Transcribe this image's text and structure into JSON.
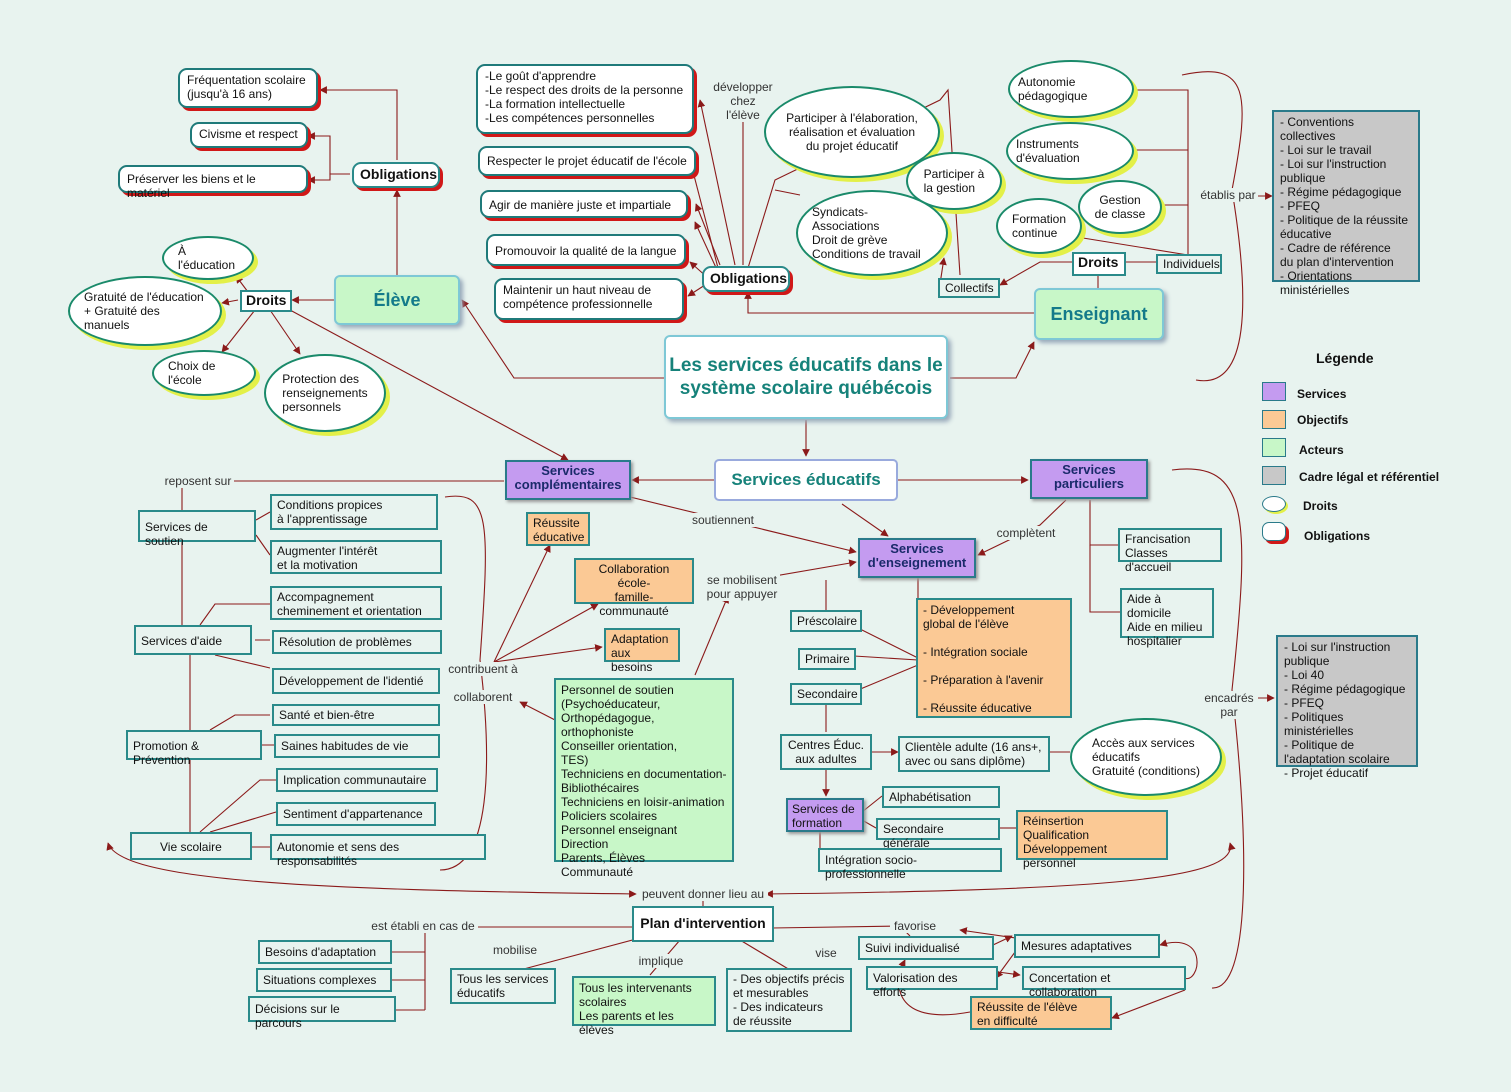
{
  "title": "Les services éducatifs dans le système scolaire québécois",
  "nodes": {
    "eleve": "Élève",
    "enseignant": "Enseignant",
    "services_educatifs": "Services éducatifs",
    "services_complementaires": "Services complémentaires",
    "services_particuliers": "Services particuliers",
    "services_enseignement": "Services d'enseignement",
    "services_formation": "Services de formation",
    "plan_intervention": "Plan d'intervention",
    "eleve_obligations": "Obligations",
    "eleve_droits": "Droits",
    "ens_obligations": "Obligations",
    "ens_droits": "Droits",
    "frequentation": "Fréquentation scolaire\n(jusqu'à 16 ans)",
    "civisme": "Civisme et respect",
    "preserver": "Préserver les biens et le matériel",
    "education": "À l'éducation",
    "gratuite": "Gratuité de l'éducation\n+ Gratuité des manuels",
    "choix_ecole": "Choix de l'école",
    "protection": "Protection des\nrenseignements\npersonnels",
    "gout": "-Le goût d'apprendre\n-Le respect des droits de la personne\n-La formation intellectuelle\n-Les compétences personnelles",
    "respecter_projet": "Respecter le projet éducatif de l'école",
    "agir": "Agir de manière juste et impartiale",
    "promouvoir": "Promouvoir la qualité de la langue",
    "maintenir": "Maintenir un haut niveau de\ncompétence professionnelle",
    "participer_elab": "Participer à l'élaboration,\nréalisation et évaluation\ndu projet éducatif",
    "participer_gestion": "Participer à\nla gestion",
    "syndicats": "Syndicats-Associations\nDroit de grève\nConditions de travail",
    "autonomie_ped": "Autonomie pédagogique",
    "instruments": "Instruments d'évaluation",
    "gestion_classe": "Gestion\nde classe",
    "formation_continue": "Formation\ncontinue",
    "collectifs": "Collectifs",
    "individuels": "Individuels",
    "conventions": "- Conventions collectives\n- Loi sur le travail\n- Loi sur l'instruction\npublique\n- Régime pédagogique\n- PFEQ\n- Politique de la réussite\néducative\n- Cadre de référence\ndu plan d'intervention\n- Orientations\nministérielles",
    "loi_instruction": "- Loi sur l'instruction\npublique\n- Loi 40\n- Régime pédagogique\n- PFEQ\n- Politiques ministérielles\n- Politique de\nl'adaptation scolaire\n- Projet éducatif",
    "services_soutien": "Services de soutien",
    "conditions": "Conditions propices\nà l'apprentissage",
    "augmenter": "Augmenter l'intérêt\net la motivation",
    "services_aide": "Services d'aide",
    "accompagnement": "Accompagnement\ncheminement et orientation",
    "resolution": "Résolution de problèmes",
    "developpement_identite": "Développement de l'identié",
    "promotion": "Promotion & Prévention",
    "sante": "Santé et bien-être",
    "saines": "Saines habitudes de vie",
    "vie_scolaire": "Vie scolaire",
    "implication": "Implication communautaire",
    "sentiment": "Sentiment d'appartenance",
    "autonomie_resp": "Autonomie et sens des responsabilités",
    "reussite_educative": "Réussite\néducative",
    "collaboration": "Collaboration\nécole-\nfamille-communauté",
    "adaptation": "Adaptation\naux besoins",
    "personnel": "Personnel de soutien\n(Psychoéducateur,\nOrthopédagogue, orthophoniste\nConseiller orientation,\nTES)\nTechniciens en documentation-\nBibliothécaires\nTechniciens en loisir-animation\nPoliciers scolaires\nPersonnel enseignant\nDirection\nParents, Élèves\nCommunauté",
    "francisation": "Francisation\nClasses d'accueil",
    "aide_domicile": "Aide à domicile\nAide en milieu\nhospitalier",
    "prescolaire": "Préscolaire",
    "primaire": "Primaire",
    "secondaire": "Secondaire",
    "objectifs": "- Développement\nglobal de l'élève\n\n- Intégration sociale\n\n- Préparation à l'avenir\n\n- Réussite éducative",
    "centres": "Centres Éduc.\naux adultes",
    "clientele": "Clientèle adulte (16 ans+,\navec ou sans diplôme)",
    "acces": "Accès aux services\néducatifs\nGratuité (conditions)",
    "alphabetisation": "Alphabétisation",
    "secondaire_generale": "Secondaire générale",
    "integration_socio": "Intégration socio-professionnelle",
    "reinsertion": "Réinsertion\nQualification\nDéveloppement personnel",
    "besoins": "Besoins d'adaptation",
    "situations": "Situations complexes",
    "decisions": "Décisions sur le parcours",
    "tous_services": "Tous les services\néducatifs",
    "tous_intervenants": "Tous les intervenants\nscolaires\nLes parents et les élèves",
    "objectifs_precis": "- Des objectifs précis\net mesurables\n- Des indicateurs\nde réussite",
    "suivi": "Suivi individualisé",
    "mesures": "Mesures adaptatives",
    "valorisation": "Valorisation des efforts",
    "concertation": "Concertation et collaboration",
    "reussite_difficulte": "Réussite de l'élève\nen difficulté"
  },
  "link_labels": {
    "developper": "développer\nchez\nl'élève",
    "etablis_par": "établis par",
    "reposent_sur": "reposent sur",
    "soutiennent": "soutiennent",
    "completent": "complètent",
    "se_mobilisent": "se mobilisent\npour appuyer",
    "contribuent": "contribuent à",
    "collaborent": "collaborent",
    "encadres_par": "encadrés\npar",
    "peuvent": "peuvent donner lieu au",
    "est_etabli": "est établi en cas de",
    "mobilise": "mobilise",
    "implique": "implique",
    "vise": "vise",
    "favorise": "favorise"
  },
  "legend": {
    "title": "Légende",
    "items": [
      {
        "label": "Services",
        "color": "#c49bf0"
      },
      {
        "label": "Objectifs",
        "color": "#fbc995"
      },
      {
        "label": "Acteurs",
        "color": "#c8f7c8"
      },
      {
        "label": "Cadre légal et référentiel",
        "color": "#c8c8c8"
      },
      {
        "label": "Droits",
        "color": "#ffffff"
      },
      {
        "label": "Obligations",
        "color": "#ffffff"
      }
    ]
  },
  "colors": {
    "link": "#8b1a1a",
    "border": "#2a8a8a",
    "background": "#e8f3ef"
  }
}
